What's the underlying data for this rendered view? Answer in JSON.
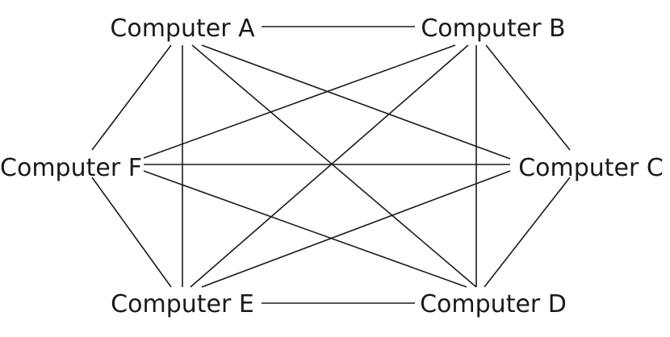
{
  "nodes": [
    {
      "id": "A",
      "label": "Computer A"
    },
    {
      "id": "B",
      "label": "Computer B"
    },
    {
      "id": "C",
      "label": "Computer C"
    },
    {
      "id": "D",
      "label": "Computer D"
    },
    {
      "id": "E",
      "label": "Computer E"
    },
    {
      "id": "F",
      "label": "Computer F"
    }
  ],
  "edges": [
    [
      "A",
      "B"
    ],
    [
      "A",
      "C"
    ],
    [
      "A",
      "D"
    ],
    [
      "A",
      "E"
    ],
    [
      "A",
      "F"
    ],
    [
      "B",
      "C"
    ],
    [
      "B",
      "D"
    ],
    [
      "B",
      "E"
    ],
    [
      "B",
      "F"
    ],
    [
      "C",
      "D"
    ],
    [
      "C",
      "E"
    ],
    [
      "C",
      "F"
    ],
    [
      "D",
      "E"
    ],
    [
      "D",
      "F"
    ],
    [
      "E",
      "F"
    ]
  ],
  "colors": {
    "line": "#1a1a1a",
    "text": "#1a1a1a",
    "background": "#ffffff"
  }
}
